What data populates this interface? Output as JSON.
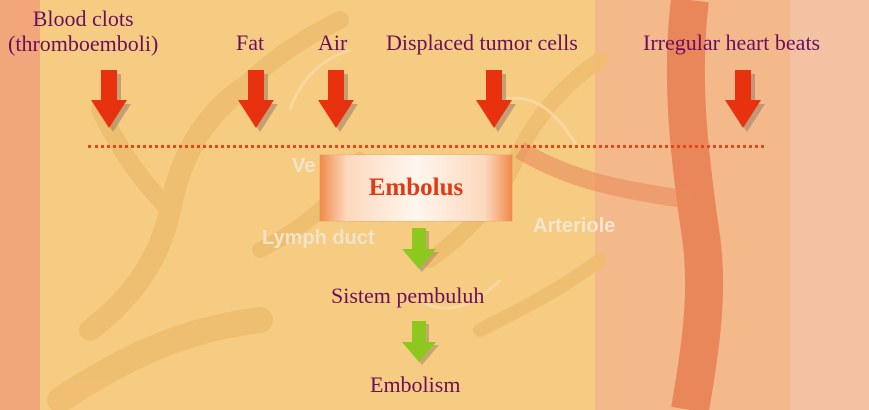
{
  "causes": [
    {
      "text": "Blood clots\n(thromboemboli)"
    },
    {
      "text": "Fat"
    },
    {
      "text": "Air"
    },
    {
      "text": "Displaced tumor cells"
    },
    {
      "text": "Irregular heart beats"
    }
  ],
  "embolus_label": "Embolus",
  "pathway_label": "Sistem pembuluh",
  "outcome_label": "Embolism",
  "background_labels": {
    "lymph_duct": "Lymph duct",
    "arteriole": "Arteriole",
    "venule_fragment": "Ve"
  },
  "colors": {
    "cause_text": "#6b0f5c",
    "red_arrow": "#e8320f",
    "green_arrow": "#8cc81e",
    "embolus_text": "#e33a16",
    "dotted_line": "#e8451c"
  }
}
